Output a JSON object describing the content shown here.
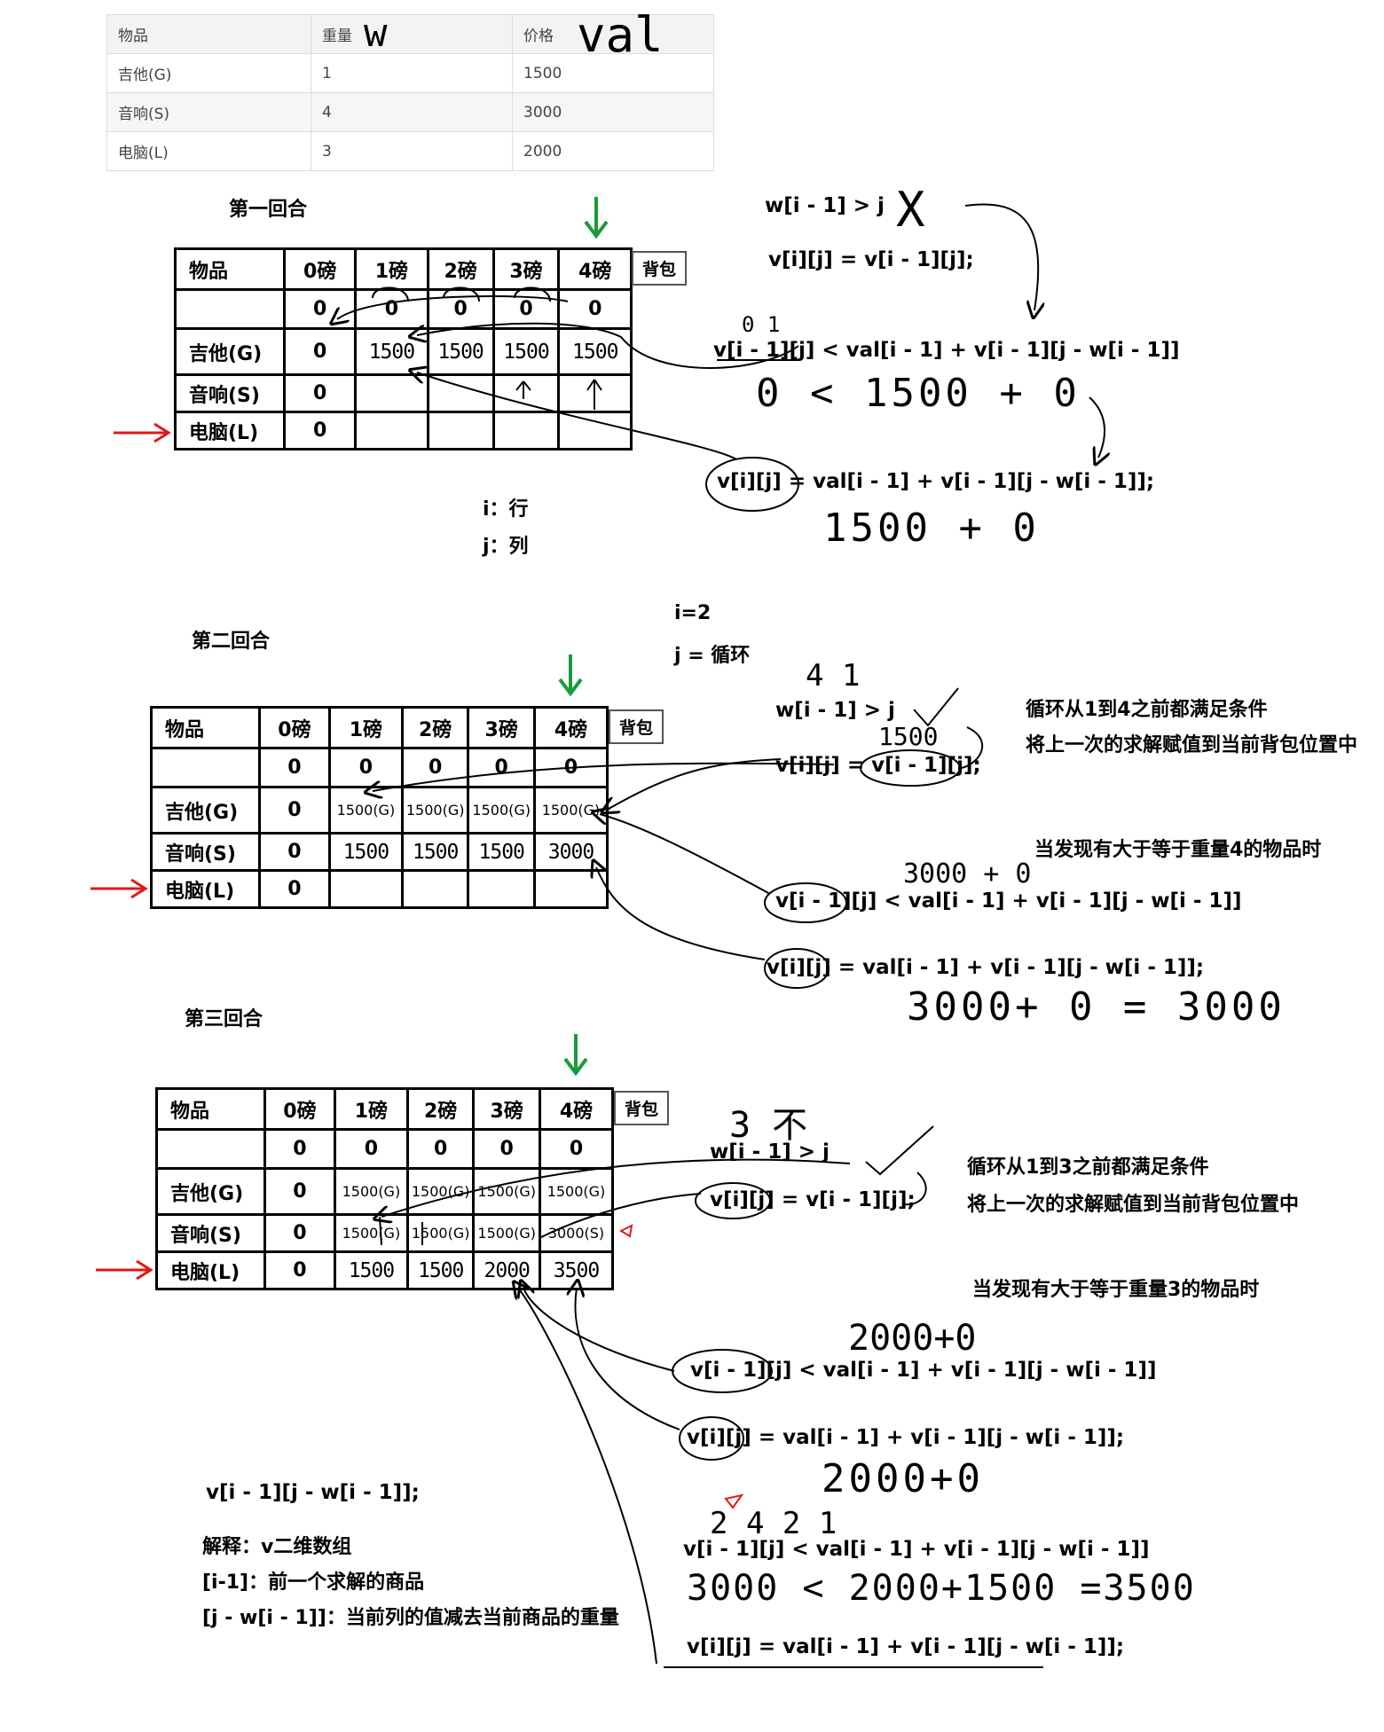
{
  "item_table": {
    "headers": [
      "物品",
      "重量",
      "价格"
    ],
    "rows": [
      [
        "吉他(G)",
        "1",
        "1500"
      ],
      [
        "音响(S)",
        "4",
        "3000"
      ],
      [
        "电脑(L)",
        "3",
        "2000"
      ]
    ],
    "handwritten_w": "w",
    "handwritten_val": "val"
  },
  "round1": {
    "title": "第一回合",
    "header": [
      "物品",
      "0磅",
      "1磅",
      "2磅",
      "3磅",
      "4磅"
    ],
    "backpack": "背包",
    "rows": [
      [
        "",
        "0",
        "0",
        "0",
        "0",
        "0"
      ],
      [
        "吉他(G)",
        "0",
        "1500",
        "1500",
        "1500",
        "1500"
      ],
      [
        "音响(S)",
        "0",
        "",
        "",
        "",
        ""
      ],
      [
        "电脑(L)",
        "0",
        "",
        "",
        "",
        ""
      ]
    ],
    "formula_cond1": "w[i - 1] > j",
    "cond1_mark": "X",
    "formula_assign1": "v[i][j] = v[i - 1][j];",
    "formula_cond2": "v[i - 1][j] < val[i - 1] + v[i - 1][j - w[i - 1]]",
    "hand_above_cond2": "0   1",
    "hand_calc1": "0 < 1500 + 0",
    "formula_assign2": "v[i][j] = val[i - 1] + v[i - 1][j - w[i - 1]];",
    "hand_calc2": "1500 + 0",
    "legend_i": "i：行",
    "legend_j": "j：列"
  },
  "round2": {
    "title": "第二回合",
    "i_label": "i=2",
    "j_label": "j = 循环",
    "header": [
      "物品",
      "0磅",
      "1磅",
      "2磅",
      "3磅",
      "4磅"
    ],
    "backpack": "背包",
    "rows": [
      [
        "",
        "0",
        "0",
        "0",
        "0",
        "0"
      ],
      [
        "吉他(G)",
        "0",
        "1500(G)",
        "1500(G)",
        "1500(G)",
        "1500(G)"
      ],
      [
        "音响(S)",
        "0",
        "1500",
        "1500",
        "1500",
        "3000"
      ],
      [
        "电脑(L)",
        "0",
        "",
        "",
        "",
        ""
      ]
    ],
    "hand_above_cond": "4   1",
    "formula_cond1": "w[i - 1] > j",
    "hand_1500": "1500",
    "formula_assign1": "v[i][j] = v[i - 1][j];",
    "note1": "循环从1到4之前都满足条件",
    "note2": "将上一次的求解赋值到当前背包位置中",
    "note3": "当发现有大于等于重量4的物品时",
    "hand_3000": "3000 +     0",
    "formula_cond2": "v[i - 1][j] < val[i - 1] + v[i - 1][j - w[i - 1]]",
    "formula_assign2": "v[i][j] = val[i - 1] + v[i - 1][j - w[i - 1]];",
    "hand_calc": "3000+  0 = 3000"
  },
  "round3": {
    "title": "第三回合",
    "header": [
      "物品",
      "0磅",
      "1磅",
      "2磅",
      "3磅",
      "4磅"
    ],
    "backpack": "背包",
    "rows": [
      [
        "",
        "0",
        "0",
        "0",
        "0",
        "0"
      ],
      [
        "吉他(G)",
        "0",
        "1500(G)",
        "1500(G)",
        "1500(G)",
        "1500(G)"
      ],
      [
        "音响(S)",
        "0",
        "1500(G)",
        "1500(G)",
        "1500(G)",
        "3000(S)"
      ],
      [
        "电脑(L)",
        "0",
        "1500",
        "1500",
        "2000",
        "3500"
      ]
    ],
    "hand_above_cond": "3   不",
    "formula_cond1": "w[i - 1] > j",
    "formula_assign1": "v[i][j] = v[i - 1][j];",
    "note1": "循环从1到3之前都满足条件",
    "note2": "将上一次的求解赋值到当前背包位置中",
    "note3": "当发现有大于等于重量3的物品时",
    "hand_2000_top": "2000+0",
    "formula_cond2": "v[i - 1][j] < val[i - 1] + v[i - 1][j - w[i - 1]]",
    "formula_assign2": "v[i][j] = val[i - 1] + v[i - 1][j - w[i - 1]];",
    "hand_2000_bottom": "2000+0",
    "hand_above_cond3": "2 4          2      1",
    "formula_cond3": "v[i - 1][j] < val[i - 1] + v[i - 1][j - w[i - 1]]",
    "hand_calc3": "3000 < 2000+1500 =3500",
    "formula_assign3": "v[i][j] = val[i - 1] + v[i - 1][j - w[i - 1]];"
  },
  "explanation": {
    "expr": "v[i - 1][j - w[i - 1]];",
    "line1": "解释：v二维数组",
    "line2": "[i-1]：前一个求解的商品",
    "line3": "[j - w[i - 1]]：当前列的值减去当前商品的重量"
  },
  "colors": {
    "green_arrow": "#1a9b3a",
    "red_arrow": "#e01818",
    "ink": "#000000"
  }
}
